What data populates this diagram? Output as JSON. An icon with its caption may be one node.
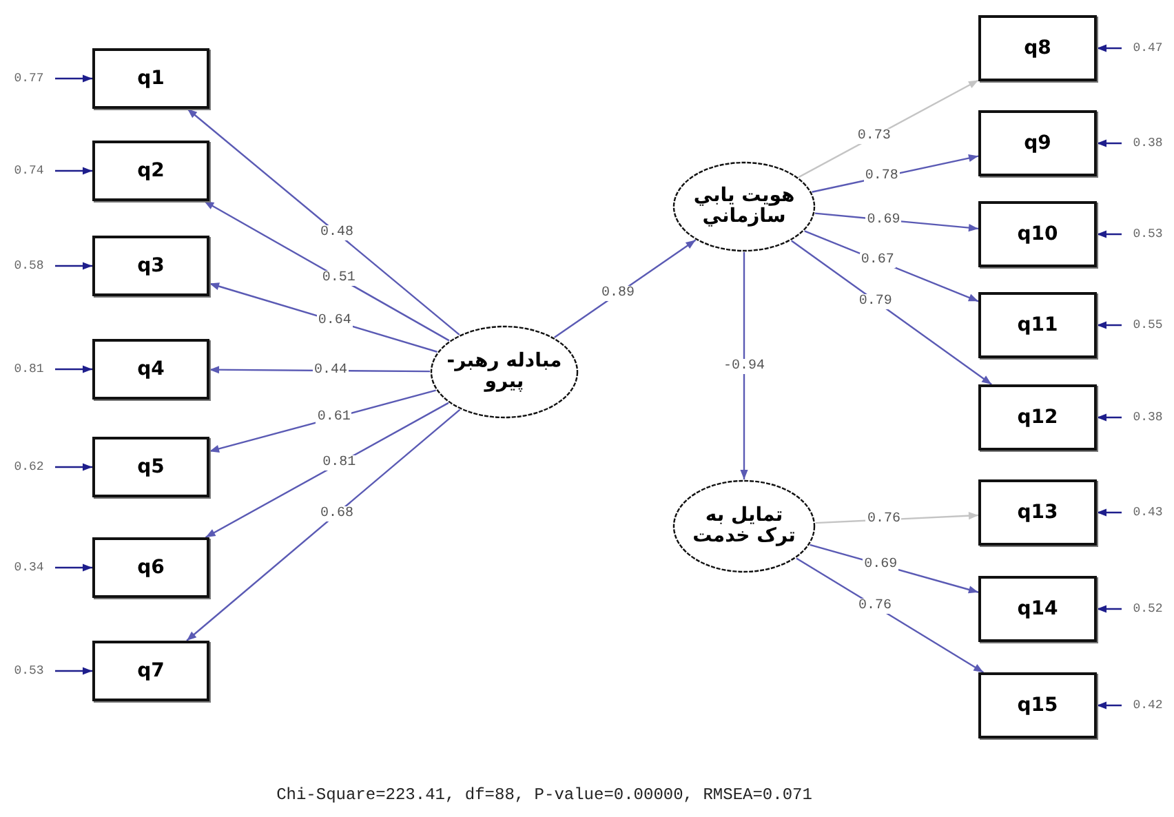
{
  "diagram": {
    "caption": "Chi-Square=223.41, df=88, P-value=0.00000, RMSEA=0.071",
    "nodes": [
      {
        "text": [
          "q1"
        ]
      },
      {
        "text": [
          "q2"
        ]
      },
      {
        "text": [
          "q3"
        ]
      },
      {
        "text": [
          "q4"
        ]
      },
      {
        "text": [
          "q5"
        ]
      },
      {
        "text": [
          "q6"
        ]
      },
      {
        "text": [
          "q7"
        ]
      },
      {
        "text": [
          "مبادله رهبر-پيرو"
        ]
      },
      {
        "text": [
          "هويت يابي سازماني"
        ]
      },
      {
        "text": [
          "تمايل به ترک خدمت"
        ]
      },
      {
        "text": [
          "q8"
        ]
      },
      {
        "text": [
          "q9"
        ]
      },
      {
        "text": [
          "q10"
        ]
      },
      {
        "text": [
          "q11"
        ]
      },
      {
        "text": [
          "q12"
        ]
      },
      {
        "text": [
          "q13"
        ]
      },
      {
        "text": [
          "q14"
        ]
      },
      {
        "text": [
          "q15"
        ]
      },
      {
        "text": [
          "0.77"
        ]
      },
      {
        "text": [
          "0.74"
        ]
      },
      {
        "text": [
          "0.58"
        ]
      },
      {
        "text": [
          "0.81"
        ]
      },
      {
        "text": [
          "0.62"
        ]
      },
      {
        "text": [
          "0.34"
        ]
      },
      {
        "text": [
          "0.53"
        ]
      },
      {
        "text": [
          "0.47"
        ]
      },
      {
        "text": [
          "0.38"
        ]
      },
      {
        "text": [
          "0.53"
        ]
      },
      {
        "text": [
          "0.55"
        ]
      },
      {
        "text": [
          "0.38"
        ]
      },
      {
        "text": [
          "0.43"
        ]
      },
      {
        "text": [
          "0.52"
        ]
      },
      {
        "text": [
          "0.42"
        ]
      }
    ],
    "edges": [
      {
        "from": 7,
        "to": 0,
        "arrow": "to",
        "label": "0.48"
      },
      {
        "from": 7,
        "to": 1,
        "arrow": "to",
        "label": "0.51"
      },
      {
        "from": 7,
        "to": 2,
        "arrow": "to",
        "label": "0.64"
      },
      {
        "from": 7,
        "to": 3,
        "arrow": "to",
        "label": "0.44"
      },
      {
        "from": 7,
        "to": 4,
        "arrow": "to",
        "label": "0.61"
      },
      {
        "from": 7,
        "to": 5,
        "arrow": "to",
        "label": "0.81"
      },
      {
        "from": 7,
        "to": 6,
        "arrow": "to",
        "label": "0.68"
      },
      {
        "from": 7,
        "to": 8,
        "arrow": "to",
        "label": "0.89"
      },
      {
        "from": 8,
        "to": 9,
        "arrow": "to",
        "label": "-0.94"
      },
      {
        "from": 8,
        "to": 10,
        "arrow": "to",
        "label": "0.73",
        "color": "#c4c4c4"
      },
      {
        "from": 8,
        "to": 11,
        "arrow": "to",
        "label": "0.78"
      },
      {
        "from": 8,
        "to": 12,
        "arrow": "to",
        "label": "0.69"
      },
      {
        "from": 8,
        "to": 13,
        "arrow": "to",
        "label": "0.67"
      },
      {
        "from": 8,
        "to": 14,
        "arrow": "to",
        "label": "0.79"
      },
      {
        "from": 9,
        "to": 15,
        "arrow": "to",
        "label": "0.76",
        "color": "#c4c4c4"
      },
      {
        "from": 9,
        "to": 16,
        "arrow": "to",
        "label": "0.69"
      },
      {
        "from": 9,
        "to": 17,
        "arrow": "to",
        "label": "0.76"
      },
      {
        "from": 18,
        "to": 0,
        "arrow": "to",
        "color": "#1e1e8c"
      },
      {
        "from": 19,
        "to": 1,
        "arrow": "to",
        "color": "#1e1e8c"
      },
      {
        "from": 20,
        "to": 2,
        "arrow": "to",
        "color": "#1e1e8c"
      },
      {
        "from": 21,
        "to": 3,
        "arrow": "to",
        "color": "#1e1e8c"
      },
      {
        "from": 22,
        "to": 4,
        "arrow": "to",
        "color": "#1e1e8c"
      },
      {
        "from": 23,
        "to": 5,
        "arrow": "to",
        "color": "#1e1e8c"
      },
      {
        "from": 24,
        "to": 6,
        "arrow": "to",
        "color": "#1e1e8c"
      },
      {
        "from": 25,
        "to": 10,
        "arrow": "to",
        "color": "#1e1e8c"
      },
      {
        "from": 26,
        "to": 11,
        "arrow": "to",
        "color": "#1e1e8c"
      },
      {
        "from": 27,
        "to": 12,
        "arrow": "to",
        "color": "#1e1e8c"
      },
      {
        "from": 28,
        "to": 13,
        "arrow": "to",
        "color": "#1e1e8c"
      },
      {
        "from": 29,
        "to": 14,
        "arrow": "to",
        "color": "#1e1e8c"
      },
      {
        "from": 30,
        "to": 15,
        "arrow": "to",
        "color": "#1e1e8c"
      },
      {
        "from": 31,
        "to": 16,
        "arrow": "to",
        "color": "#1e1e8c"
      },
      {
        "from": 32,
        "to": 17,
        "arrow": "to",
        "color": "#1e1e8c"
      }
    ]
  }
}
